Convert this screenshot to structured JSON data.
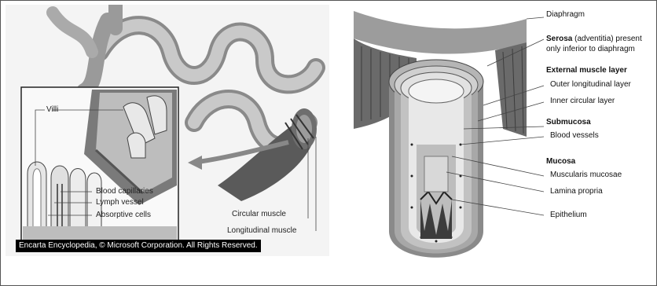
{
  "left": {
    "villi": "Villi",
    "blood_capillaries": "Blood capillaries",
    "lymph_vessel": "Lymph vessel",
    "absorptive_cells": "Absorptive cells",
    "circular_muscle": "Circular muscle",
    "longitudinal_muscle": "Longitudinal muscle",
    "copyright": "Encarta Encyclopedia, © Microsoft Corporation. All Rights Reserved."
  },
  "right": {
    "diaphragm": "Diaphragm",
    "serosa_bold": "Serosa",
    "serosa_rest": " (adventitia) present",
    "serosa_line2": "only inferior to diaphragm",
    "external_muscle": "External muscle layer",
    "outer_longitudinal": "Outer longitudinal layer",
    "inner_circular": "Inner circular layer",
    "submucosa": "Submucosa",
    "blood_vessels": "Blood vessels",
    "mucosa": "Mucosa",
    "muscularis_mucosae": "Muscularis mucosae",
    "lamina_propria": "Lamina propria",
    "epithelium": "Epithelium"
  },
  "colors": {
    "tissue_dark": "#555555",
    "tissue_mid": "#9a9a9a",
    "tissue_light": "#d8d8d8"
  }
}
